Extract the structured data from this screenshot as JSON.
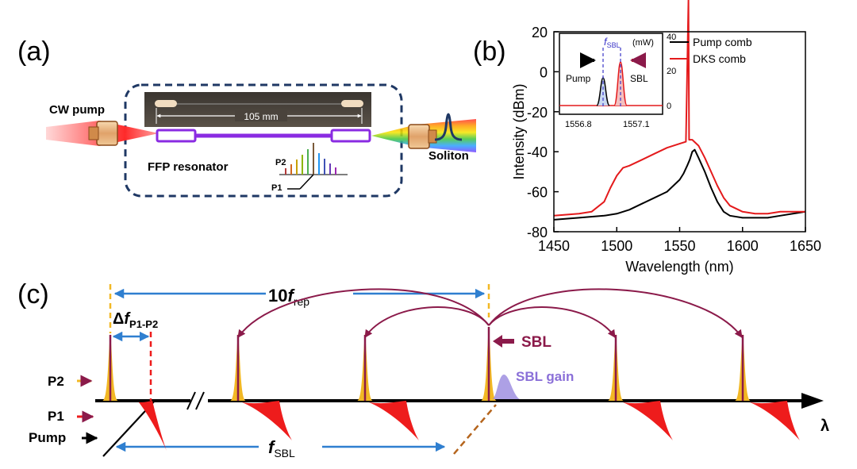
{
  "panel_a": {
    "label": "(a)",
    "cw_pump": "CW pump",
    "length": "105 mm",
    "resonator": "FFP resonator",
    "soliton": "Soliton",
    "p1": "P1",
    "p2": "P2"
  },
  "panel_b": {
    "label": "(b)",
    "inset": {
      "f_symbol": "f",
      "f_sub": "SBL",
      "unit": "(mW)",
      "pump_label": "Pump",
      "sbl_label": "SBL",
      "xticks": [
        "1556.8",
        "1557.1"
      ],
      "yticks": [
        "40",
        "20",
        "0"
      ]
    }
  },
  "panel_c": {
    "label": "(c)",
    "rep_num": "10",
    "rep_f": "f",
    "rep_sub": "rep",
    "delta": "Δ",
    "delta_f": "f",
    "delta_sub": "P1-P2",
    "sbl": "SBL",
    "sbl_gain": "SBL gain",
    "p2": "P2",
    "p1": "P1",
    "pump": "Pump",
    "fsbl_f": "f",
    "fsbl_sub": "SBL",
    "lambda": "λ"
  },
  "colors": {
    "pump_line": "#000000",
    "dks_line": "#e41a1c",
    "p2_peak": "#f2b824",
    "p1_peak": "#ee1c1c",
    "arc": "#8b1a4a",
    "blue_arrow": "#2f7fd0",
    "resonator": "#8a2be2",
    "gain": "#9f8fe0",
    "frame": "#1f3864"
  },
  "chart_data": {
    "type": "line",
    "xlabel": "Wavelength (nm)",
    "ylabel": "Intensity (dBm)",
    "xlim": [
      1450,
      1650
    ],
    "ylim": [
      -80,
      20
    ],
    "xticks": [
      1450,
      1500,
      1550,
      1600,
      1650
    ],
    "yticks": [
      20,
      0,
      -20,
      -40,
      -60,
      -80
    ],
    "legend_position": "top-right",
    "series": [
      {
        "name": "Pump comb",
        "x": [
          1450,
          1470,
          1490,
          1500,
          1510,
          1520,
          1530,
          1540,
          1545,
          1550,
          1553,
          1556,
          1558,
          1560,
          1562,
          1565,
          1570,
          1575,
          1580,
          1585,
          1590,
          1600,
          1610,
          1620,
          1630,
          1640,
          1650
        ],
        "y": [
          -74,
          -73,
          -72,
          -71,
          -69,
          -66,
          -63,
          -60,
          -57,
          -54,
          -51,
          -47,
          -44,
          -40,
          -39,
          -43,
          -50,
          -58,
          -65,
          -70,
          -72,
          -73,
          -73,
          -73,
          -72,
          -71,
          -70
        ]
      },
      {
        "name": "DKS comb",
        "x": [
          1450,
          1470,
          1480,
          1490,
          1495,
          1500,
          1505,
          1510,
          1520,
          1530,
          1540,
          1550,
          1555,
          1557,
          1557.5,
          1558,
          1560,
          1565,
          1570,
          1575,
          1580,
          1585,
          1590,
          1600,
          1610,
          1620,
          1630,
          1640,
          1650
        ],
        "y": [
          -72,
          -71,
          -70,
          -65,
          -58,
          -52,
          -48,
          -47,
          -44,
          -41,
          -38,
          -36,
          -35,
          36,
          -34,
          -34,
          -34,
          -37,
          -43,
          -50,
          -57,
          -63,
          -67,
          -70,
          -71,
          -71,
          -70,
          -70,
          -70
        ]
      }
    ]
  }
}
